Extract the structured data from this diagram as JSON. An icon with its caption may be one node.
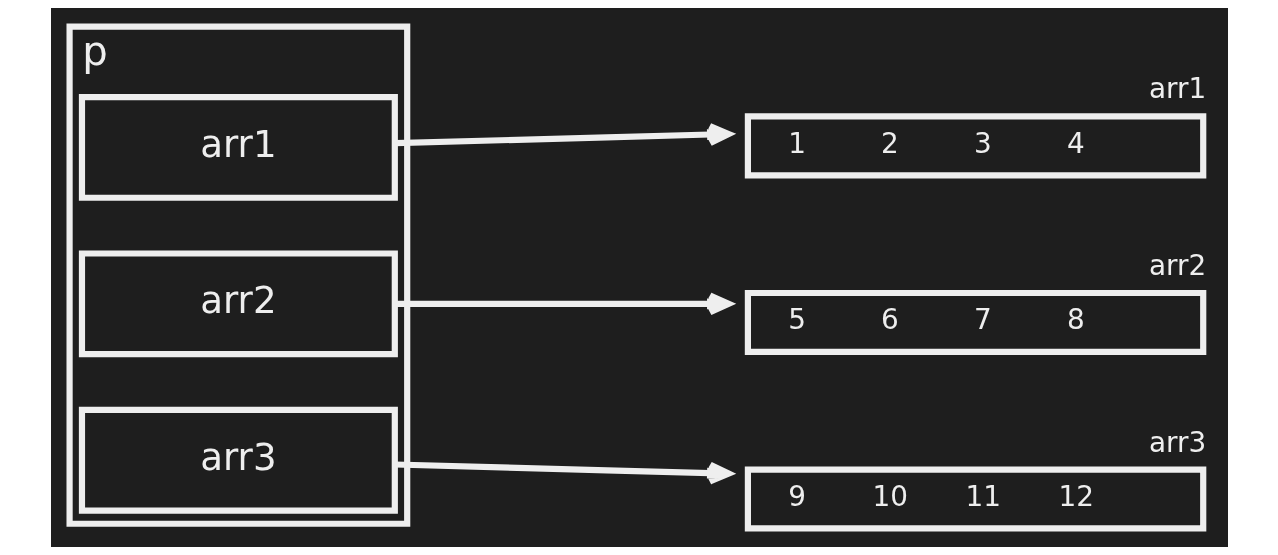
{
  "diagram": {
    "nodes": [
      {
        "text": [
          "p"
        ]
      },
      {
        "text": [
          "arr1"
        ],
        "in": 0
      },
      {
        "text": [
          "arr2"
        ],
        "in": 0
      },
      {
        "text": [
          "arr3"
        ],
        "in": 0
      },
      {
        "text": [
          "arr1",
          "1",
          "2",
          "3",
          "4"
        ]
      },
      {
        "text": [
          "arr2",
          "5",
          "6",
          "7",
          "8"
        ]
      },
      {
        "text": [
          "arr3",
          "9",
          "10",
          "11",
          "12"
        ]
      }
    ],
    "edges": [
      {
        "from": 1,
        "to": 4,
        "arrow": "to"
      },
      {
        "from": 2,
        "to": 5,
        "arrow": "to"
      },
      {
        "from": 3,
        "to": 6,
        "arrow": "to"
      }
    ]
  }
}
